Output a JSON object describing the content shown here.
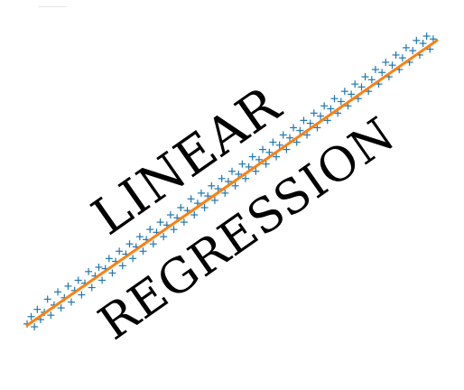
{
  "title_line_1": "LINEAR",
  "title_line_2": "REGRESSION",
  "colors": {
    "points": "#1f77b4",
    "fit_line": "#ff7f0e",
    "text": "#000000",
    "background": "#ffffff"
  },
  "chart_data": {
    "type": "scatter",
    "marker": "plus",
    "fit": "linear",
    "xlim": [
      0,
      1
    ],
    "ylim": [
      0,
      1
    ],
    "points": [
      {
        "x": 0.0,
        "y": 0.01
      },
      {
        "x": 0.01,
        "y": 0.035
      },
      {
        "x": 0.018,
        "y": 0.0
      },
      {
        "x": 0.025,
        "y": 0.06
      },
      {
        "x": 0.033,
        "y": 0.025
      },
      {
        "x": 0.042,
        "y": 0.05
      },
      {
        "x": 0.05,
        "y": 0.095
      },
      {
        "x": 0.058,
        "y": 0.04
      },
      {
        "x": 0.066,
        "y": 0.075
      },
      {
        "x": 0.075,
        "y": 0.12
      },
      {
        "x": 0.083,
        "y": 0.065
      },
      {
        "x": 0.091,
        "y": 0.1
      },
      {
        "x": 0.1,
        "y": 0.14
      },
      {
        "x": 0.108,
        "y": 0.085
      },
      {
        "x": 0.116,
        "y": 0.125
      },
      {
        "x": 0.125,
        "y": 0.16
      },
      {
        "x": 0.133,
        "y": 0.11
      },
      {
        "x": 0.141,
        "y": 0.15
      },
      {
        "x": 0.15,
        "y": 0.19
      },
      {
        "x": 0.158,
        "y": 0.135
      },
      {
        "x": 0.166,
        "y": 0.175
      },
      {
        "x": 0.175,
        "y": 0.205
      },
      {
        "x": 0.183,
        "y": 0.16
      },
      {
        "x": 0.191,
        "y": 0.2
      },
      {
        "x": 0.2,
        "y": 0.235
      },
      {
        "x": 0.208,
        "y": 0.185
      },
      {
        "x": 0.216,
        "y": 0.225
      },
      {
        "x": 0.225,
        "y": 0.26
      },
      {
        "x": 0.233,
        "y": 0.21
      },
      {
        "x": 0.241,
        "y": 0.25
      },
      {
        "x": 0.25,
        "y": 0.285
      },
      {
        "x": 0.258,
        "y": 0.235
      },
      {
        "x": 0.266,
        "y": 0.275
      },
      {
        "x": 0.275,
        "y": 0.31
      },
      {
        "x": 0.283,
        "y": 0.26
      },
      {
        "x": 0.291,
        "y": 0.3
      },
      {
        "x": 0.3,
        "y": 0.335
      },
      {
        "x": 0.308,
        "y": 0.285
      },
      {
        "x": 0.316,
        "y": 0.325
      },
      {
        "x": 0.325,
        "y": 0.36
      },
      {
        "x": 0.333,
        "y": 0.31
      },
      {
        "x": 0.341,
        "y": 0.35
      },
      {
        "x": 0.35,
        "y": 0.385
      },
      {
        "x": 0.358,
        "y": 0.335
      },
      {
        "x": 0.366,
        "y": 0.375
      },
      {
        "x": 0.375,
        "y": 0.41
      },
      {
        "x": 0.383,
        "y": 0.36
      },
      {
        "x": 0.391,
        "y": 0.4
      },
      {
        "x": 0.4,
        "y": 0.44
      },
      {
        "x": 0.408,
        "y": 0.385
      },
      {
        "x": 0.416,
        "y": 0.425
      },
      {
        "x": 0.425,
        "y": 0.46
      },
      {
        "x": 0.433,
        "y": 0.41
      },
      {
        "x": 0.441,
        "y": 0.45
      },
      {
        "x": 0.45,
        "y": 0.485
      },
      {
        "x": 0.458,
        "y": 0.435
      },
      {
        "x": 0.466,
        "y": 0.475
      },
      {
        "x": 0.475,
        "y": 0.51
      },
      {
        "x": 0.483,
        "y": 0.46
      },
      {
        "x": 0.491,
        "y": 0.5
      },
      {
        "x": 0.5,
        "y": 0.535
      },
      {
        "x": 0.508,
        "y": 0.485
      },
      {
        "x": 0.516,
        "y": 0.525
      },
      {
        "x": 0.525,
        "y": 0.56
      },
      {
        "x": 0.533,
        "y": 0.51
      },
      {
        "x": 0.541,
        "y": 0.55
      },
      {
        "x": 0.55,
        "y": 0.585
      },
      {
        "x": 0.558,
        "y": 0.535
      },
      {
        "x": 0.566,
        "y": 0.575
      },
      {
        "x": 0.575,
        "y": 0.61
      },
      {
        "x": 0.583,
        "y": 0.56
      },
      {
        "x": 0.591,
        "y": 0.6
      },
      {
        "x": 0.6,
        "y": 0.635
      },
      {
        "x": 0.608,
        "y": 0.585
      },
      {
        "x": 0.616,
        "y": 0.625
      },
      {
        "x": 0.625,
        "y": 0.66
      },
      {
        "x": 0.633,
        "y": 0.61
      },
      {
        "x": 0.641,
        "y": 0.65
      },
      {
        "x": 0.65,
        "y": 0.685
      },
      {
        "x": 0.658,
        "y": 0.635
      },
      {
        "x": 0.666,
        "y": 0.675
      },
      {
        "x": 0.675,
        "y": 0.71
      },
      {
        "x": 0.683,
        "y": 0.66
      },
      {
        "x": 0.691,
        "y": 0.7
      },
      {
        "x": 0.7,
        "y": 0.735
      },
      {
        "x": 0.708,
        "y": 0.685
      },
      {
        "x": 0.716,
        "y": 0.725
      },
      {
        "x": 0.725,
        "y": 0.76
      },
      {
        "x": 0.733,
        "y": 0.71
      },
      {
        "x": 0.741,
        "y": 0.75
      },
      {
        "x": 0.75,
        "y": 0.785
      },
      {
        "x": 0.758,
        "y": 0.735
      },
      {
        "x": 0.766,
        "y": 0.775
      },
      {
        "x": 0.775,
        "y": 0.81
      },
      {
        "x": 0.783,
        "y": 0.76
      },
      {
        "x": 0.791,
        "y": 0.8
      },
      {
        "x": 0.8,
        "y": 0.835
      },
      {
        "x": 0.808,
        "y": 0.785
      },
      {
        "x": 0.816,
        "y": 0.825
      },
      {
        "x": 0.825,
        "y": 0.86
      },
      {
        "x": 0.833,
        "y": 0.81
      },
      {
        "x": 0.841,
        "y": 0.85
      },
      {
        "x": 0.85,
        "y": 0.885
      },
      {
        "x": 0.858,
        "y": 0.835
      },
      {
        "x": 0.866,
        "y": 0.875
      },
      {
        "x": 0.875,
        "y": 0.91
      },
      {
        "x": 0.883,
        "y": 0.86
      },
      {
        "x": 0.891,
        "y": 0.9
      },
      {
        "x": 0.9,
        "y": 0.935
      },
      {
        "x": 0.908,
        "y": 0.885
      },
      {
        "x": 0.916,
        "y": 0.925
      },
      {
        "x": 0.925,
        "y": 0.96
      },
      {
        "x": 0.933,
        "y": 0.91
      },
      {
        "x": 0.941,
        "y": 0.95
      },
      {
        "x": 0.95,
        "y": 0.985
      },
      {
        "x": 0.958,
        "y": 0.935
      },
      {
        "x": 0.966,
        "y": 0.975
      },
      {
        "x": 0.975,
        "y": 1.0
      },
      {
        "x": 0.983,
        "y": 0.955
      },
      {
        "x": 0.991,
        "y": 0.99
      }
    ],
    "line": {
      "x1": 0.0,
      "y1": 0.005,
      "x2": 1.0,
      "y2": 0.985
    }
  }
}
